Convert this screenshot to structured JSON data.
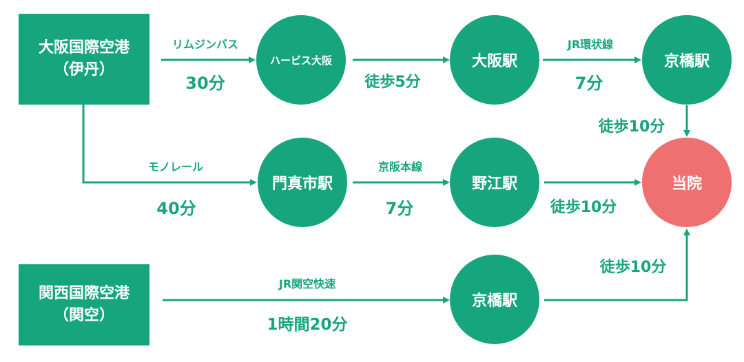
{
  "colors": {
    "green": "#17a57e",
    "destination": "#ee7070",
    "text_on_node": "#ffffff"
  },
  "nodes": {
    "itami": {
      "line1": "大阪国際空港",
      "line2": "（伊丹）"
    },
    "kix": {
      "line1": "関西国際空港",
      "line2": "（関空）"
    },
    "harbis": "ハービス大阪",
    "osaka_station": "大阪駅",
    "kyobashi_top": "京橋駅",
    "kadoma": "門真市駅",
    "noe": "野江駅",
    "clinic": "当院",
    "kyobashi_bottom": "京橋駅"
  },
  "routes": {
    "limousine": {
      "mode": "リムジンバス",
      "time": "30分"
    },
    "walk_harbis": {
      "time": "徒歩5分"
    },
    "jr_loop": {
      "mode": "JR環状線",
      "time": "7分"
    },
    "walk_kyobashi_top": {
      "time": "徒歩10分"
    },
    "monorail": {
      "mode": "モノレール",
      "time": "40分"
    },
    "keihan": {
      "mode": "京阪本線",
      "time": "7分"
    },
    "walk_noe": {
      "time": "徒歩10分"
    },
    "jr_kanku": {
      "mode": "JR関空快速",
      "time": "1時間20分"
    },
    "walk_kyobashi_bottom": {
      "time": "徒歩10分"
    }
  }
}
